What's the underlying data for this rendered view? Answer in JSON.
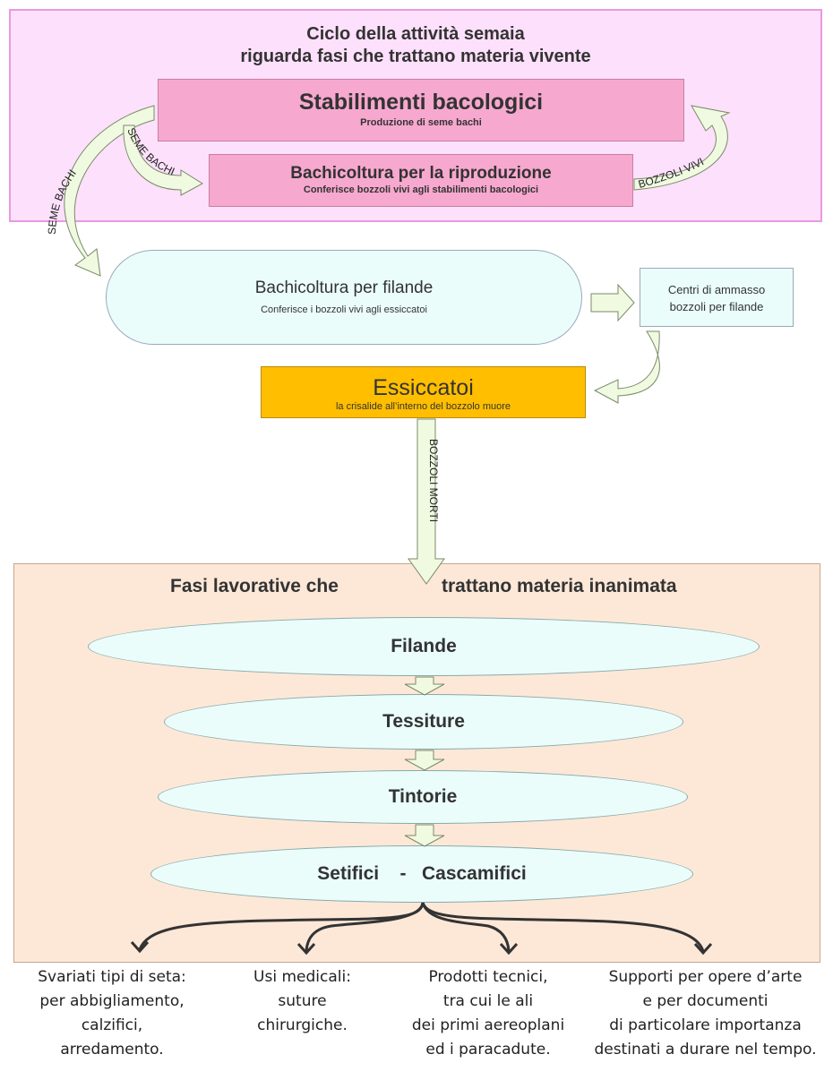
{
  "top_section": {
    "title_line1": "Ciclo della attività semaia",
    "title_line2": "riguarda fasi che trattano materia vivente",
    "stabilimenti": {
      "title": "Stabilimenti bacologici",
      "subtitle": "Produzione di seme bachi"
    },
    "bachicoltura_riproduzione": {
      "title": "Bachicoltura per la riproduzione",
      "subtitle": "Conferisce bozzoli vivi agli stabilimenti bacologici"
    },
    "arrow_labels": {
      "seme_bachi_outer": "SEME BACHI",
      "seme_bachi_inner": "SEME BACHI",
      "bozzoli_vivi": "BOZZOLI VIVI"
    }
  },
  "middle_section": {
    "bachicoltura_filande": {
      "title": "Bachicoltura per filande",
      "subtitle": "Conferisce i bozzoli vivi agli essiccatoi"
    },
    "centri_ammasso": {
      "line1": "Centri di ammasso",
      "line2": "bozzoli per filande"
    },
    "essiccatoi": {
      "title": "Essiccatoi",
      "subtitle": "la crisalide all’interno del bozzolo muore"
    },
    "bozzoli_morti_label": "BOZZOLI MORTI"
  },
  "bottom_section": {
    "title_part1": "Fasi lavorative che",
    "title_part2": "trattano materia inanimata",
    "phases": [
      "Filande",
      "Tessiture",
      "Tintorie",
      "Setifici    -   Cascamifici"
    ]
  },
  "outputs": [
    "Svariati tipi di seta:\nper abbigliamento,\ncalzifici,\narredamento.",
    "Usi medicali:\nsuture\nchirurgiche.",
    "Prodotti tecnici,\ntra cui le ali\ndei primi aereoplani\ned i paracadute.",
    "Supporti per opere d’arte\ne per documenti\ndi particolare importanza\ndestinati a durare nel tempo."
  ],
  "colors": {
    "living_panel": "#fde0fb",
    "pink_box": "#f7a8cf",
    "pale_cyan": "#eafdfb",
    "essiccatoi_orange": "#ffbe00",
    "inanimate_panel": "#fde8d8",
    "arrow_fill": "#f0fae0"
  }
}
